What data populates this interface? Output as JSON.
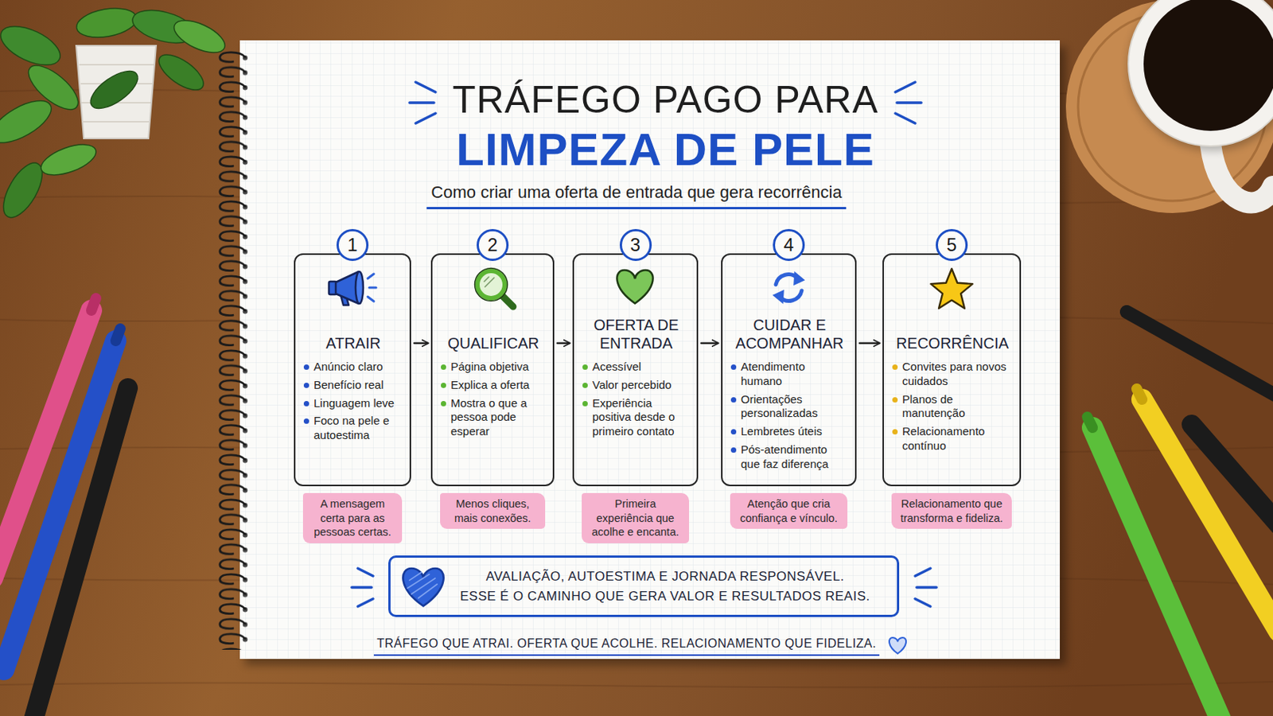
{
  "diagram": {
    "title": "TRÁFEGO PAGO PARA",
    "caption": "TRÁFEGO QUE ATRAI. OFERTA QUE ACOLHE. RELACIONAMENTO QUE FIDELIZA.",
    "nodes": [
      {
        "text": [
          "1"
        ]
      },
      {
        "text": [
          "ATRAIR",
          "Anúncio claro",
          "Benefício real",
          "Linguagem leve",
          "Foco na pele e autoestima"
        ]
      },
      {
        "text": [
          "A mensagem certa para as pessoas certas."
        ]
      },
      {
        "text": [
          "2"
        ]
      },
      {
        "text": [
          "QUALIFICAR",
          "Página objetiva",
          "Explica a oferta",
          "Mostra o que a pessoa pode esperar"
        ]
      },
      {
        "text": [
          "Menos cliques, mais conexões."
        ]
      },
      {
        "text": [
          "3"
        ]
      },
      {
        "text": [
          "OFERTA DE ENTRADA",
          "Acessível",
          "Valor percebido",
          "Experiência positiva desde o primeiro contato"
        ]
      },
      {
        "text": [
          "Primeira experiência que acolhe e encanta."
        ]
      },
      {
        "text": [
          "4"
        ]
      },
      {
        "text": [
          "CUIDAR E ACOMPANHAR",
          "Atendimento humano",
          "Orientações personalizadas",
          "Lembretes úteis",
          "Pós-atendimento que faz diferença"
        ]
      },
      {
        "text": [
          "Atenção que cria confiança e vínculo."
        ]
      },
      {
        "text": [
          "5"
        ]
      },
      {
        "text": [
          "RECORRÊNCIA",
          "Convites para novos cuidados",
          "Planos de manutenção",
          "Relacionamento contínuo"
        ]
      },
      {
        "text": [
          "Relacionamento que transforma e fideliza."
        ]
      },
      {
        "text": [
          "AVALIAÇÃO, AUTOESTIMA E JORNADA RESPONSÁVEL.",
          "ESSE É O CAMINHO QUE GERA VALOR E RESULTADOS REAIS."
        ]
      }
    ],
    "edges": [
      {
        "from": 1,
        "to": 4,
        "arrow": "to"
      },
      {
        "from": 4,
        "to": 7,
        "arrow": "to"
      },
      {
        "from": 7,
        "to": 10,
        "arrow": "to"
      },
      {
        "from": 10,
        "to": 13,
        "arrow": "to"
      }
    ],
    "labels": [
      "LIMPEZA DE PELE",
      "Como criar uma oferta de entrada que gera recorrência"
    ]
  }
}
